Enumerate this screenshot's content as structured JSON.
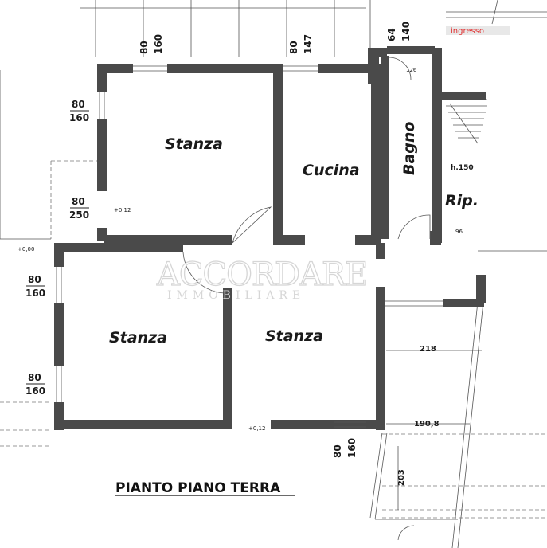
{
  "watermark": {
    "brand": "ACCORDARE",
    "sub": "IMMOBILIARE"
  },
  "title": "PIANTO PIANO TERRA",
  "entrance_label": "ingresso",
  "rooms": {
    "stanza_top": "Stanza",
    "cucina": "Cucina",
    "bagno": "Bagno",
    "ripostiglio": "Rip.",
    "stanza_left": "Stanza",
    "stanza_right": "Stanza"
  },
  "openings": {
    "top_window_stanza": {
      "w": "80",
      "h": "160"
    },
    "top_window_cucina": {
      "w": "80",
      "h": "147"
    },
    "top_door_bagno": {
      "w": "64",
      "h": "140"
    },
    "left_window_upper": {
      "w": "80",
      "h": "160"
    },
    "left_door": {
      "w": "80",
      "h": "250"
    },
    "left_window_lower_a": {
      "w": "80",
      "h": "160"
    },
    "left_window_lower_b": {
      "w": "80",
      "h": "160"
    },
    "bottom_window": {
      "w": "80",
      "h": "160"
    }
  },
  "levels": {
    "ground": "+0,00",
    "room_a": "+0,12",
    "room_b": "+0,12"
  },
  "misc_dims": {
    "d126": "126",
    "h150": "h.150",
    "d96": "96",
    "d218": "218",
    "d190": "190,8",
    "d203": "203"
  }
}
